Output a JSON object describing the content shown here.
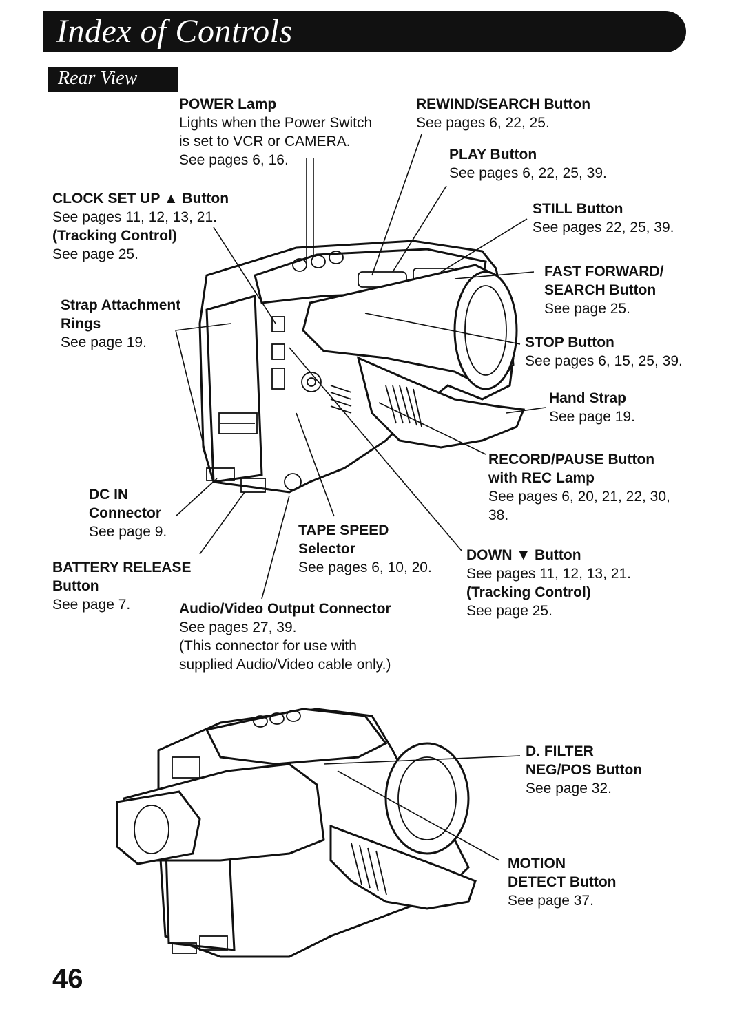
{
  "header": {
    "title": "Index of Controls",
    "subtitle": "Rear View"
  },
  "page_number": "46",
  "labels": {
    "power_lamp": {
      "title": "POWER Lamp",
      "lines": [
        "Lights when the Power Switch",
        "is set to VCR or CAMERA.",
        "See pages 6, 16."
      ]
    },
    "rewind_search": {
      "title": "REWIND/SEARCH Button",
      "lines": [
        "See pages 6, 22, 25."
      ]
    },
    "play": {
      "title": "PLAY Button",
      "lines": [
        "See pages 6, 22, 25, 39."
      ]
    },
    "clock_set_up": {
      "title": "CLOCK SET UP ▲ Button",
      "lines": [
        "See pages 11, 12, 13, 21."
      ]
    },
    "tracking_control_up": {
      "title": "(Tracking Control)",
      "lines": [
        "See page 25."
      ]
    },
    "still": {
      "title": "STILL Button",
      "lines": [
        "See pages 22, 25, 39."
      ]
    },
    "fast_forward": {
      "title": "FAST FORWARD/",
      "title2": "SEARCH Button",
      "lines": [
        "See page 25."
      ]
    },
    "strap_rings": {
      "title": "Strap Attachment",
      "title2": "Rings",
      "lines": [
        "See page 19."
      ]
    },
    "stop": {
      "title": "STOP Button",
      "lines": [
        "See pages 6, 15, 25, 39."
      ]
    },
    "hand_strap": {
      "title": "Hand Strap",
      "lines": [
        "See page 19."
      ]
    },
    "record_pause": {
      "title": "RECORD/PAUSE Button",
      "title2": "with REC Lamp",
      "lines": [
        "See pages 6, 20, 21, 22, 30,",
        "38."
      ]
    },
    "dc_in": {
      "title": "DC IN",
      "title2": "Connector",
      "lines": [
        "See page 9."
      ]
    },
    "tape_speed": {
      "title": "TAPE SPEED",
      "title2": "Selector",
      "lines": [
        "See pages 6, 10, 20."
      ]
    },
    "down": {
      "title": "DOWN ▼ Button",
      "lines": [
        "See pages 11, 12, 13, 21."
      ]
    },
    "tracking_control_down": {
      "title": "(Tracking Control)",
      "lines": [
        "See page 25."
      ]
    },
    "battery_release": {
      "title": "BATTERY RELEASE",
      "title2": "Button",
      "lines": [
        "See page 7."
      ]
    },
    "av_output": {
      "title": "Audio/Video Output  Connector",
      "lines": [
        "See pages 27, 39.",
        "(This connector for use with",
        "supplied Audio/Video cable only.)"
      ]
    },
    "d_filter": {
      "title": "D. FILTER",
      "title2": "NEG/POS Button",
      "lines": [
        "See page 32."
      ]
    },
    "motion_detect": {
      "title": "MOTION",
      "title2": "DETECT Button",
      "lines": [
        "See page 37."
      ]
    }
  }
}
